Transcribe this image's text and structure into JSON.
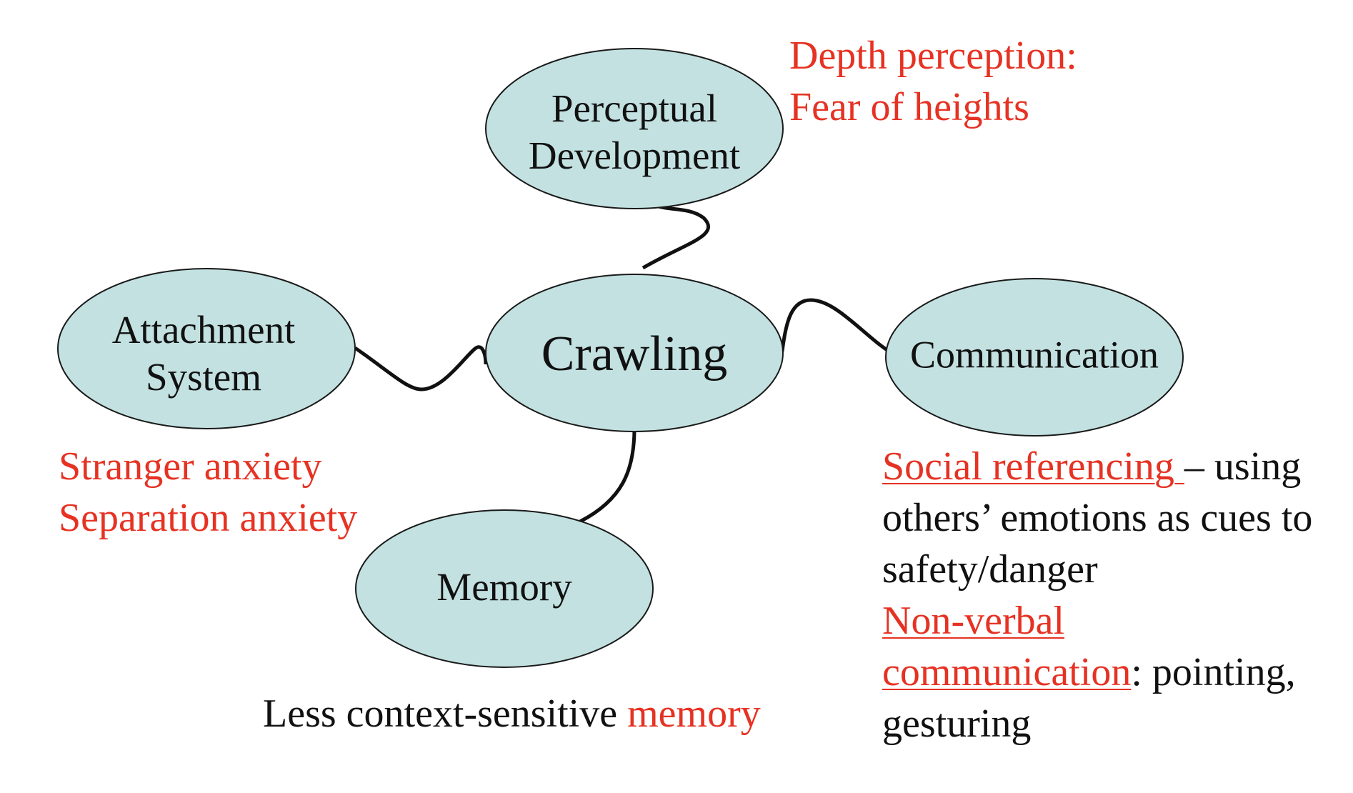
{
  "colors": {
    "node_fill": "#c3e1e1",
    "node_stroke": "#1a1a1a",
    "accent_red": "#e63223",
    "text": "#111111"
  },
  "center": {
    "label": "Crawling"
  },
  "nodes": {
    "perceptual": {
      "line1": "Perceptual",
      "line2": "Development"
    },
    "attachment": {
      "line1": "Attachment",
      "line2": "System"
    },
    "communication": {
      "label": "Communication"
    },
    "memory": {
      "label": "Memory"
    }
  },
  "notes": {
    "perceptual": {
      "line1": "Depth perception:",
      "line2": "Fear of heights"
    },
    "attachment": {
      "line1": "Stranger anxiety",
      "line2": "Separation anxiety"
    },
    "memory": {
      "prefix": "Less context-sensitive ",
      "highlight": "memory"
    },
    "communication": {
      "term1": "Social referencing ",
      "def1_a": "– using",
      "def1_b": "others’ emotions as cues to",
      "def1_c": "safety/danger",
      "term2_a": "Non-verbal",
      "term2_b": "communication",
      "def2_a": ": pointing,",
      "def2_b": "gesturing"
    }
  }
}
